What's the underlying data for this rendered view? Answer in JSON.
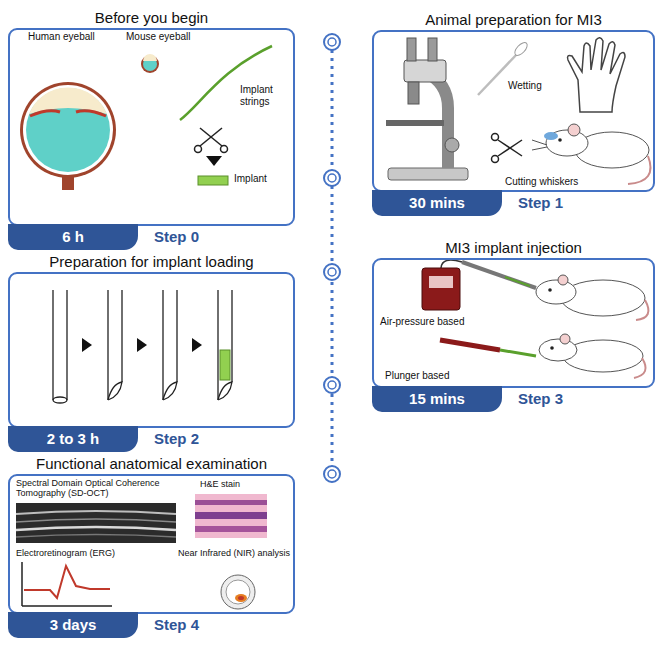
{
  "diagram": {
    "nodes": [
      {
        "text": [
          "Before you begin"
        ]
      },
      {
        "text": [
          "6 h"
        ]
      },
      {
        "text": [
          "Animal preparation for MI3"
        ]
      },
      {
        "text": [
          "30 mins"
        ]
      },
      {
        "text": [
          "Preparation for implant loading"
        ]
      },
      {
        "text": [
          "2 to 3 h"
        ]
      },
      {
        "text": [
          "MI3 implant injection"
        ]
      },
      {
        "text": [
          "15 mins"
        ]
      },
      {
        "text": [
          "Functional anatomical examination"
        ]
      },
      {
        "text": [
          "3 days"
        ]
      }
    ],
    "labels": [
      "Step 0",
      "Step 1",
      "Step 2",
      "Step 3",
      "Step 4",
      "Human eyeball",
      "Mouse eyeball",
      "Implant strings",
      "Implant",
      "Wetting",
      "Cutting whiskers",
      "Air-pressure based",
      "Plunger based",
      "Spectral Domain Optical Coherence Tomography (SD-OCT)",
      "H&E stain",
      "Electroretinogram (ERG)",
      "Near Infrared (NIR) analysis"
    ]
  }
}
